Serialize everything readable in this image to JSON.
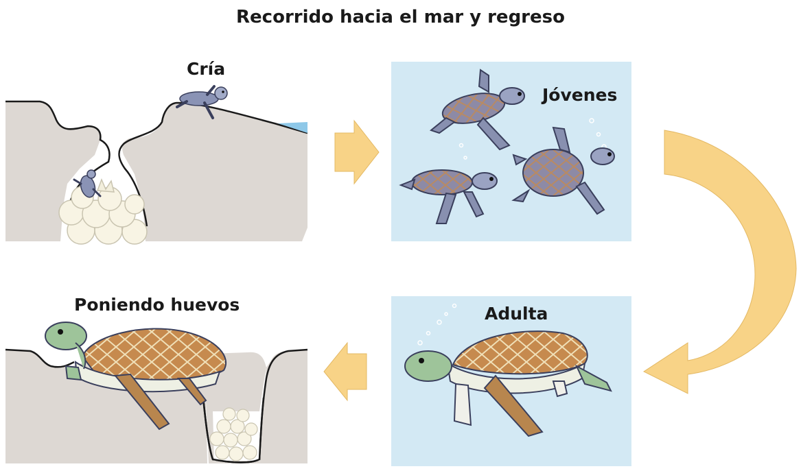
{
  "diagram": {
    "title": "Recorrido hacia el mar y regreso",
    "stages": {
      "hatchling": "Cría",
      "juveniles": "Jóvenes",
      "adult": "Adulta",
      "nesting": "Poniendo huevos"
    }
  },
  "colors": {
    "arrow": "#f8d387",
    "water": "#d3e9f4",
    "sand": "#ddd8d3",
    "egg": "#f8f4e4",
    "juvenile_turtle": "#8890b0",
    "adult_shell": "#c68a4e",
    "adult_skin": "#9ec49a"
  }
}
